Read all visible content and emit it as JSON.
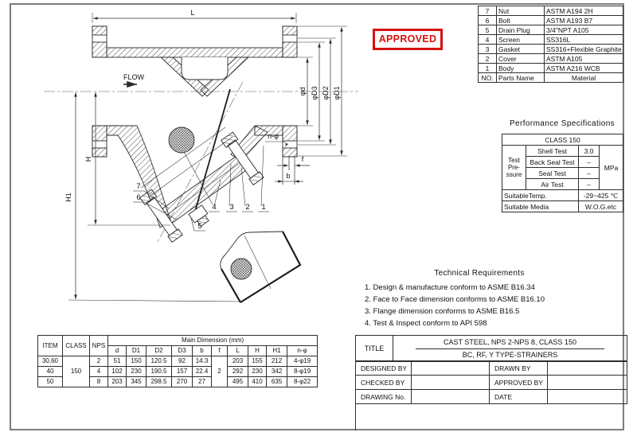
{
  "stamp": {
    "label": "APPROVED",
    "color": "#d6120e"
  },
  "parts_table": {
    "headers": {
      "no": "NO.",
      "name": "Parts Name",
      "material": "Material"
    },
    "rows": [
      {
        "no": "7",
        "name": "Nut",
        "material": "ASTM A194 2H"
      },
      {
        "no": "6",
        "name": "Bolt",
        "material": "ASTM A193 B7"
      },
      {
        "no": "5",
        "name": "Drain Plug",
        "material": "3/4\"NPT A105"
      },
      {
        "no": "4",
        "name": "Screen",
        "material": "SS316L"
      },
      {
        "no": "3",
        "name": "Gasket",
        "material": "SS316+Flexible Graphite"
      },
      {
        "no": "2",
        "name": "Cover",
        "material": "ASTM A105"
      },
      {
        "no": "1",
        "name": "Body",
        "material": "ASTM A216 WCB"
      }
    ]
  },
  "performance": {
    "title": "Performance Specifications",
    "class_header": "CLASS 150",
    "group_label": "Test\nPre-\nssure",
    "unit": "MPa",
    "tests": [
      {
        "name": "Shell Test",
        "value": "3.0"
      },
      {
        "name": "Back Seal Test",
        "value": "–"
      },
      {
        "name": "Seal Test",
        "value": "–"
      },
      {
        "name": "Air Test",
        "value": "–"
      }
    ],
    "footer": [
      {
        "name": "SuitableTemp.",
        "value": "-29~425 ℃"
      },
      {
        "name": "Suitable Media",
        "value": "W.O.G.etc"
      }
    ]
  },
  "technical_requirements": {
    "title": "Technical Requirements",
    "items": [
      "1. Design & manufacture conform to ASME B16.34",
      "2. Face to Face dimension conforms to ASME B16.10",
      "3. Flange dimension conforms to ASME B16.5",
      "4. Test & Inspect conform to API 598"
    ]
  },
  "dimension_table": {
    "headers": {
      "item": "ITEM",
      "class": "CLASS",
      "nps": "NPS",
      "main": "Main Dimension (mm)",
      "cols": [
        "d",
        "D1",
        "D2",
        "D3",
        "b",
        "f",
        "L",
        "H",
        "H1",
        "n-φ"
      ]
    },
    "class_value": "150",
    "f_value": "2",
    "rows": [
      {
        "item": "30,60",
        "nps": "2",
        "d": "51",
        "d1": "150",
        "d2": "120.5",
        "d3": "92",
        "b": "14.3",
        "l": "203",
        "h": "155",
        "h1": "212",
        "n": "4-φ19"
      },
      {
        "item": "40",
        "nps": "4",
        "d": "102",
        "d1": "230",
        "d2": "190.5",
        "d3": "157",
        "b": "22.4",
        "l": "292",
        "h": "230",
        "h1": "342",
        "n": "8-φ19"
      },
      {
        "item": "50",
        "nps": "8",
        "d": "203",
        "d1": "345",
        "d2": "298.5",
        "d3": "270",
        "b": "27",
        "l": "495",
        "h": "410",
        "h1": "635",
        "n": "8-φ22"
      }
    ]
  },
  "title_block": {
    "title_label": "TITLE",
    "title_line1": "CAST STEEL, NPS 2-NPS 8, CLASS 150",
    "title_line2": "BC, RF, Y TYPE-STRAINERS",
    "designed_by": "DESIGNED BY",
    "drawn_by": "DRAWN BY",
    "checked_by": "CHECKED BY",
    "approved_by": "APPROVED BY",
    "drawing_no": "DRAWING No.",
    "date": "DATE"
  },
  "drawing": {
    "flow_label": "FLOW",
    "dims": {
      "l": "L",
      "h": "H",
      "h1": "H1",
      "phid": "φd",
      "phid3": "φD3",
      "phid2": "φD2",
      "phid1": "φD1",
      "nphi": "n-φ",
      "f": "f",
      "b": "b"
    },
    "callouts": {
      "n1": "1",
      "n2": "2",
      "n3": "3",
      "n4": "4",
      "n5": "5",
      "n6": "6",
      "n7": "7"
    }
  }
}
